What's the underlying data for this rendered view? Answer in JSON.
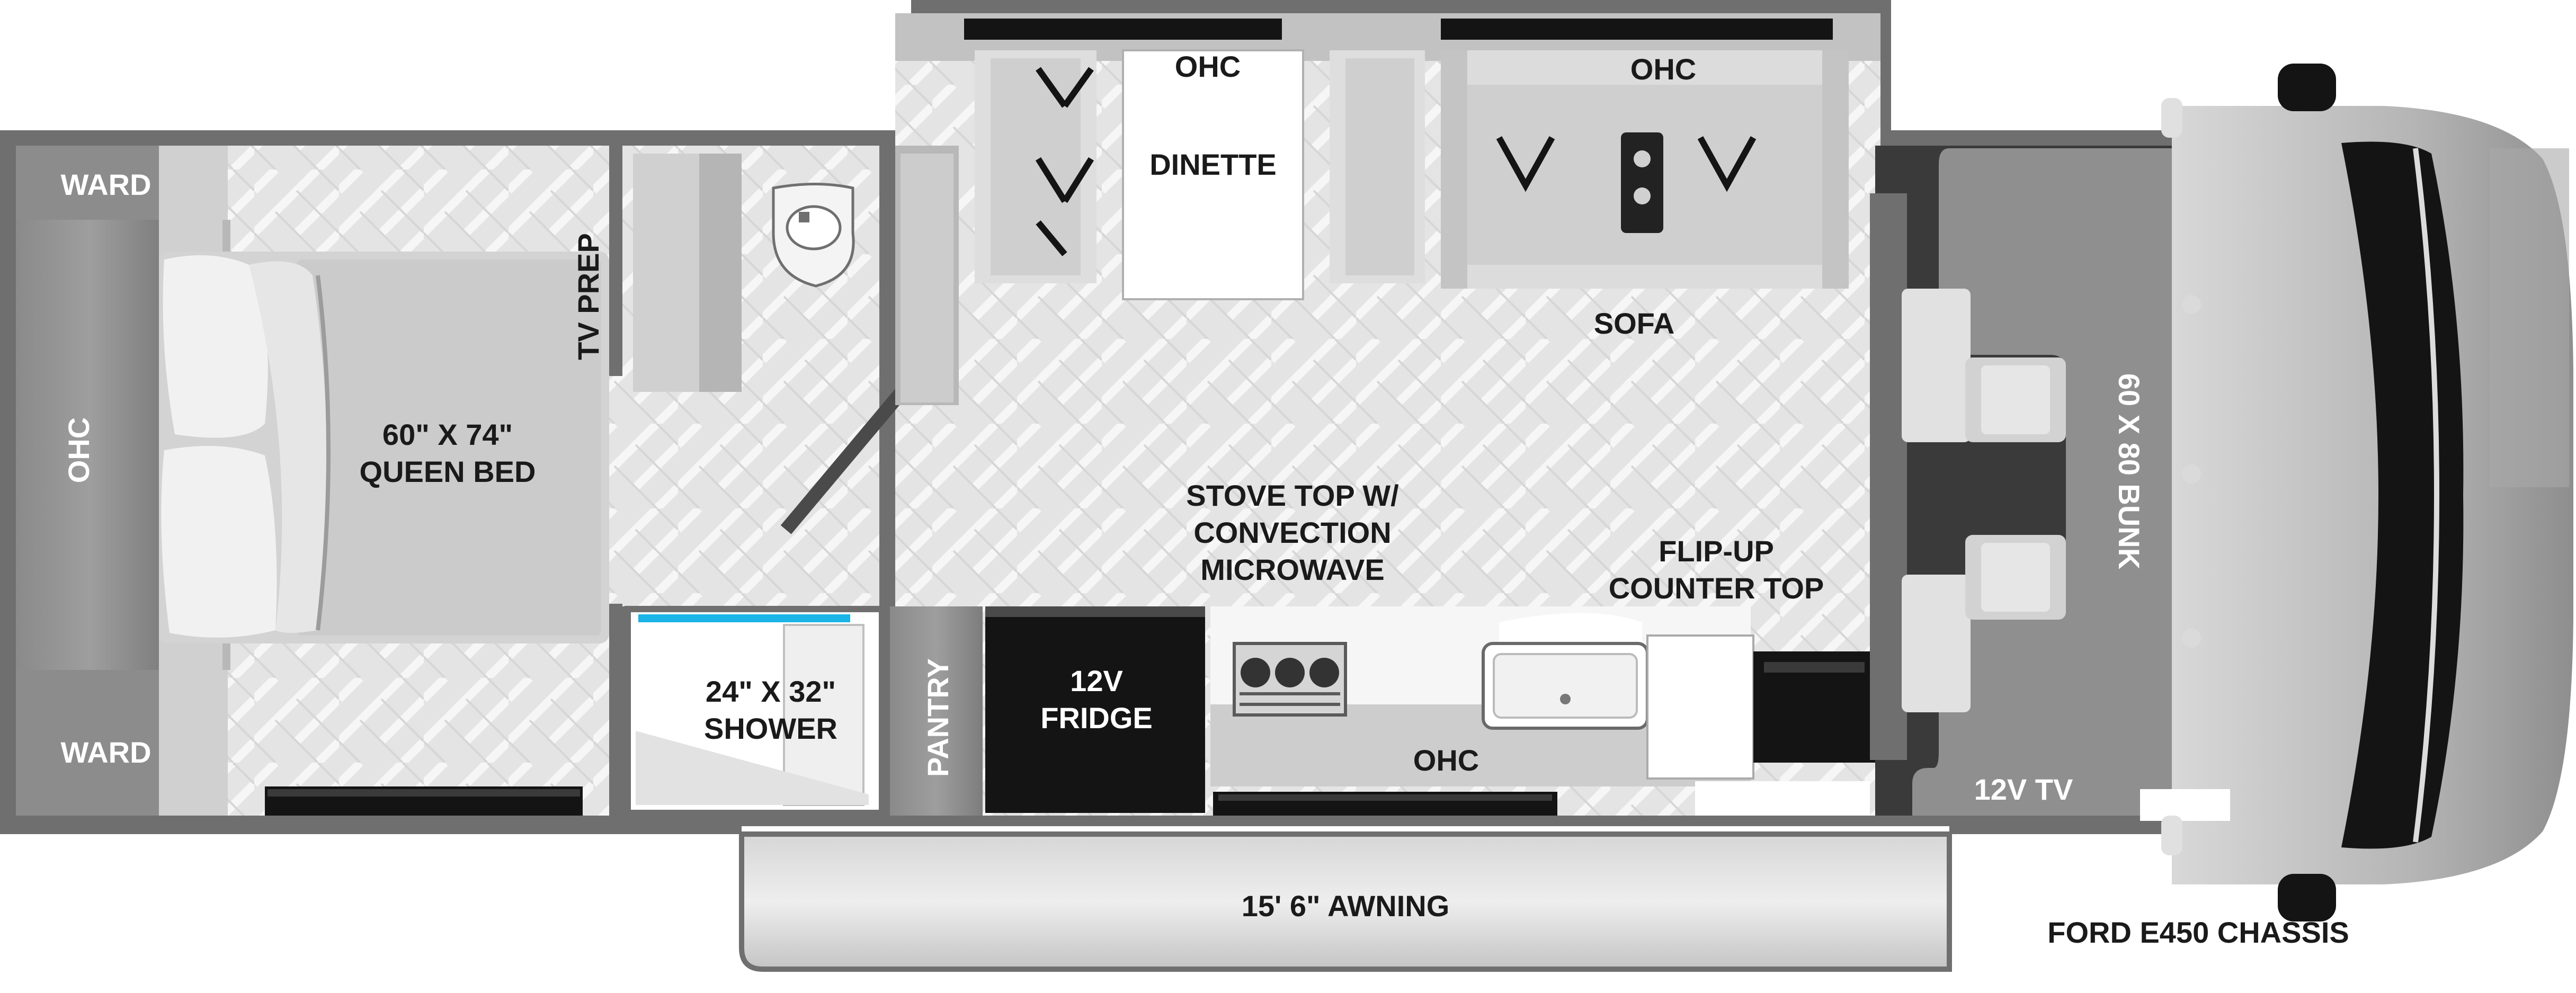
{
  "labels": {
    "ward_top": "WARD",
    "ward_bottom": "WARD",
    "ohc_bedroom": "OHC",
    "queen_bed_size": "60\" X 74\"",
    "queen_bed": "QUEEN BED",
    "tv_prep": "TV PREP",
    "shower_size": "24\" X 32\"",
    "shower": "SHOWER",
    "pantry": "PANTRY",
    "fridge_line1": "12V",
    "fridge_line2": "FRIDGE",
    "ohc_dinette": "OHC",
    "dinette": "DINETTE",
    "ohc_sofa": "OHC",
    "sofa": "SOFA",
    "stove_line1": "STOVE TOP W/",
    "stove_line2": "CONVECTION",
    "stove_line3": "MICROWAVE",
    "flip_line1": "FLIP-UP",
    "flip_line2": "COUNTER TOP",
    "ohc_kitchen": "OHC",
    "bunk": "60 X 80 BUNK",
    "tv_12v": "12V TV",
    "awning": "15' 6\" AWNING",
    "chassis": "FORD E450 CHASSIS"
  },
  "colors": {
    "wall": "#6f6f6f",
    "floor": "#e4e4e4",
    "herringbone": "#f5f5f5",
    "cab_gray": "#9a9a9a",
    "dark": "#141414",
    "white": "#ffffff"
  }
}
